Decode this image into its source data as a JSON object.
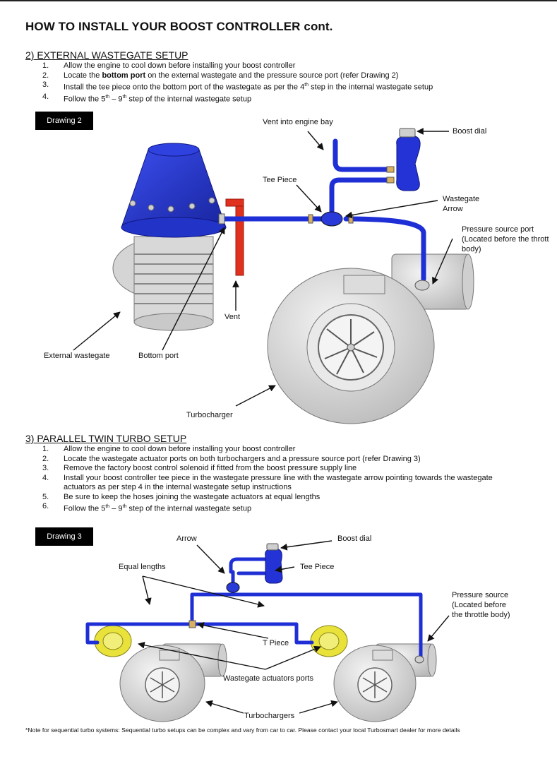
{
  "title": "HOW TO INSTALL YOUR BOOST CONTROLLER cont.",
  "section2": {
    "heading": "2) EXTERNAL WASTEGATE SETUP",
    "steps": [
      {
        "num": "1.",
        "text": "Allow the engine to cool down before installing your boost controller"
      },
      {
        "num": "2.",
        "pre": "Locate the ",
        "bold": "bottom port",
        "post": " on the external wastegate and the pressure source port (refer Drawing 2)"
      },
      {
        "num": "3.",
        "pre": "Install the tee piece onto the bottom port of the wastegate as per the 4",
        "sup": "th",
        "post": " step in the internal wastegate setup"
      },
      {
        "num": "4.",
        "pre": "Follow the 5",
        "sup": "th",
        "mid": " – 9",
        "sup2": "th",
        "post": " step of the internal wastegate setup"
      }
    ],
    "drawing_badge": "Drawing 2",
    "labels": {
      "vent_bay": "Vent into engine bay",
      "boost_dial": "Boost dial",
      "tee_piece": "Tee Piece",
      "wastegate_arrow_1": "Wastegate",
      "wastegate_arrow_2": "Arrow",
      "pressure_1": "Pressure source port",
      "pressure_2": "(Located before the thrott",
      "pressure_3": "body)",
      "vent": "Vent",
      "external_wastegate": "External wastegate",
      "bottom_port": "Bottom port",
      "turbocharger": "Turbocharger"
    }
  },
  "section3": {
    "heading": "3) PARALLEL TWIN TURBO SETUP",
    "steps": [
      {
        "num": "1.",
        "text": "Allow the engine to cool down before installing your boost controller"
      },
      {
        "num": "2.",
        "text": "Locate the wastegate actuator ports on both turbochargers and a pressure source port (refer Drawing 3)"
      },
      {
        "num": "3.",
        "text": "Remove the factory boost control solenoid if fitted from the boost pressure supply line"
      },
      {
        "num": "4.",
        "text": "Install your boost controller tee piece in the wastegate pressure line with the wastegate arrow pointing towards the wastegate"
      },
      {
        "num": "",
        "text": "actuators as per step 4 in the internal wastegate setup instructions"
      },
      {
        "num": "5.",
        "text": "Be sure to keep the hoses joining the wastegate actuators at equal lengths"
      },
      {
        "num": "6.",
        "pre": "Follow the 5",
        "sup": "th",
        "mid": " – 9",
        "sup2": "th",
        "post": " step of the internal wastegate setup"
      }
    ],
    "drawing_badge": "Drawing 3",
    "labels": {
      "arrow": "Arrow",
      "boost_dial": "Boost dial",
      "equal_lengths": "Equal lengths",
      "tee_piece": "Tee Piece",
      "pressure_1": "Pressure source",
      "pressure_2": "(Located before",
      "pressure_3": "the throttle body)",
      "t_piece": "T Piece",
      "actuator_ports": "Wastegate actuators ports",
      "turbochargers": "Turbochargers"
    }
  },
  "note": "*Note for sequential turbo systems: Sequential turbo setups can be complex and vary from car to car. Please contact your local Turbosmart dealer for more details",
  "colors": {
    "hose_blue": "#1f2fd6",
    "vent_red": "#e0301e",
    "actuator_yellow": "#e8e23a",
    "metal_grey": "#d6d6d6"
  }
}
